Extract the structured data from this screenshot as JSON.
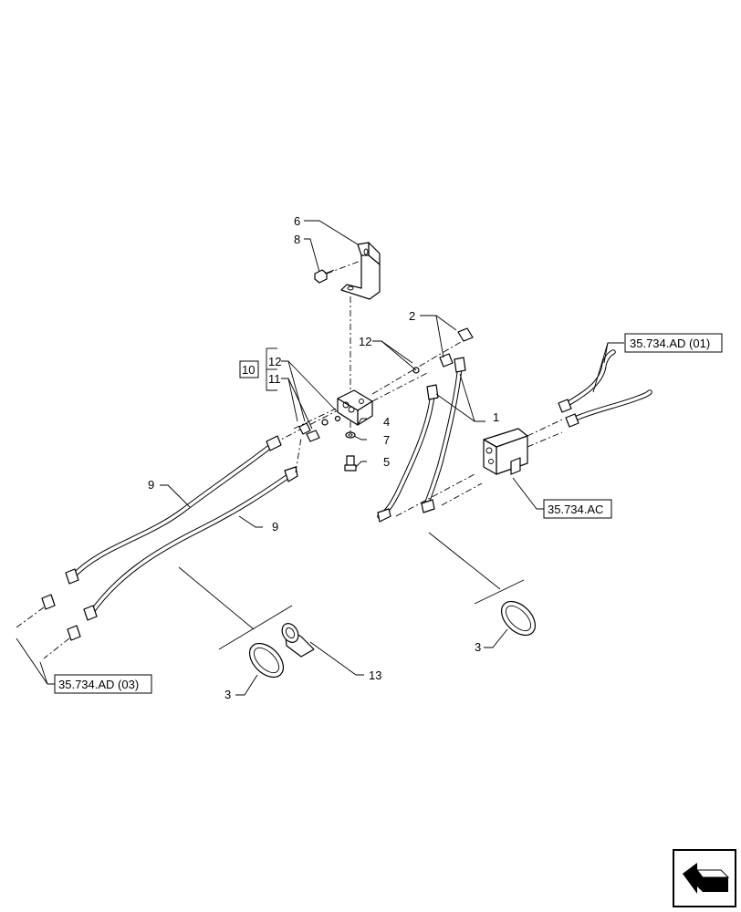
{
  "callouts": {
    "c1": "1",
    "c2": "2",
    "c3a": "3",
    "c3b": "3",
    "c4": "4",
    "c5": "5",
    "c6": "6",
    "c7": "7",
    "c8": "8",
    "c9a": "9",
    "c9b": "9",
    "c10": "10",
    "c11": "11",
    "c12a": "12",
    "c12b": "12",
    "c13": "13"
  },
  "references": {
    "ref_ad01": "35.734.AD (01)",
    "ref_ac": "35.734.AC",
    "ref_ad03": "35.734.AD (03)"
  },
  "icons": {
    "nav": "arrow-pointer-icon"
  }
}
